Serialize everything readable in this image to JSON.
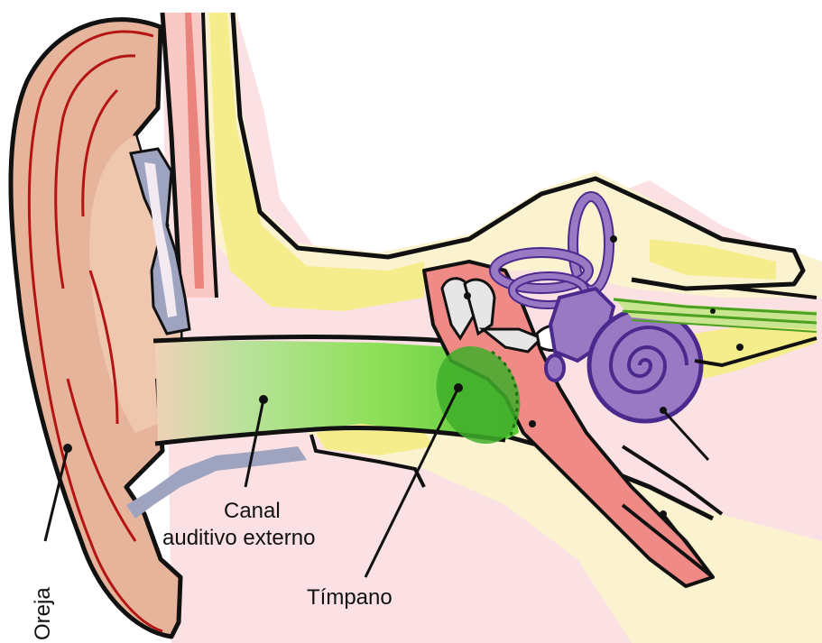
{
  "labels": {
    "oreja": "Oreja",
    "canal_line1": "Canal",
    "canal_line2": "auditivo externo",
    "timpano": "Tímpano"
  },
  "colors": {
    "background": "#ffffff",
    "outline": "#111111",
    "auricle_skin": "#e6b49a",
    "auricle_inner": "#efc7ae",
    "auricle_red_line": "#b41414",
    "cartilage_gray": "#9ea3bf",
    "soft_tissue_pink": "#fbe1e3",
    "bone_cream": "#fbf3cf",
    "bone_yellow": "#f5ed8c",
    "canal_green": "#8fe05a",
    "eardrum_green": "#3fae2a",
    "middle_ear_red": "#ef8a86",
    "ossicles_white": "#e6e6e6",
    "inner_ear_purple": "#9a79c4",
    "inner_ear_outline": "#4b2a8e",
    "nerve_green": "#7fc23f"
  },
  "icons": [
    "ear-anatomy-illustration"
  ]
}
